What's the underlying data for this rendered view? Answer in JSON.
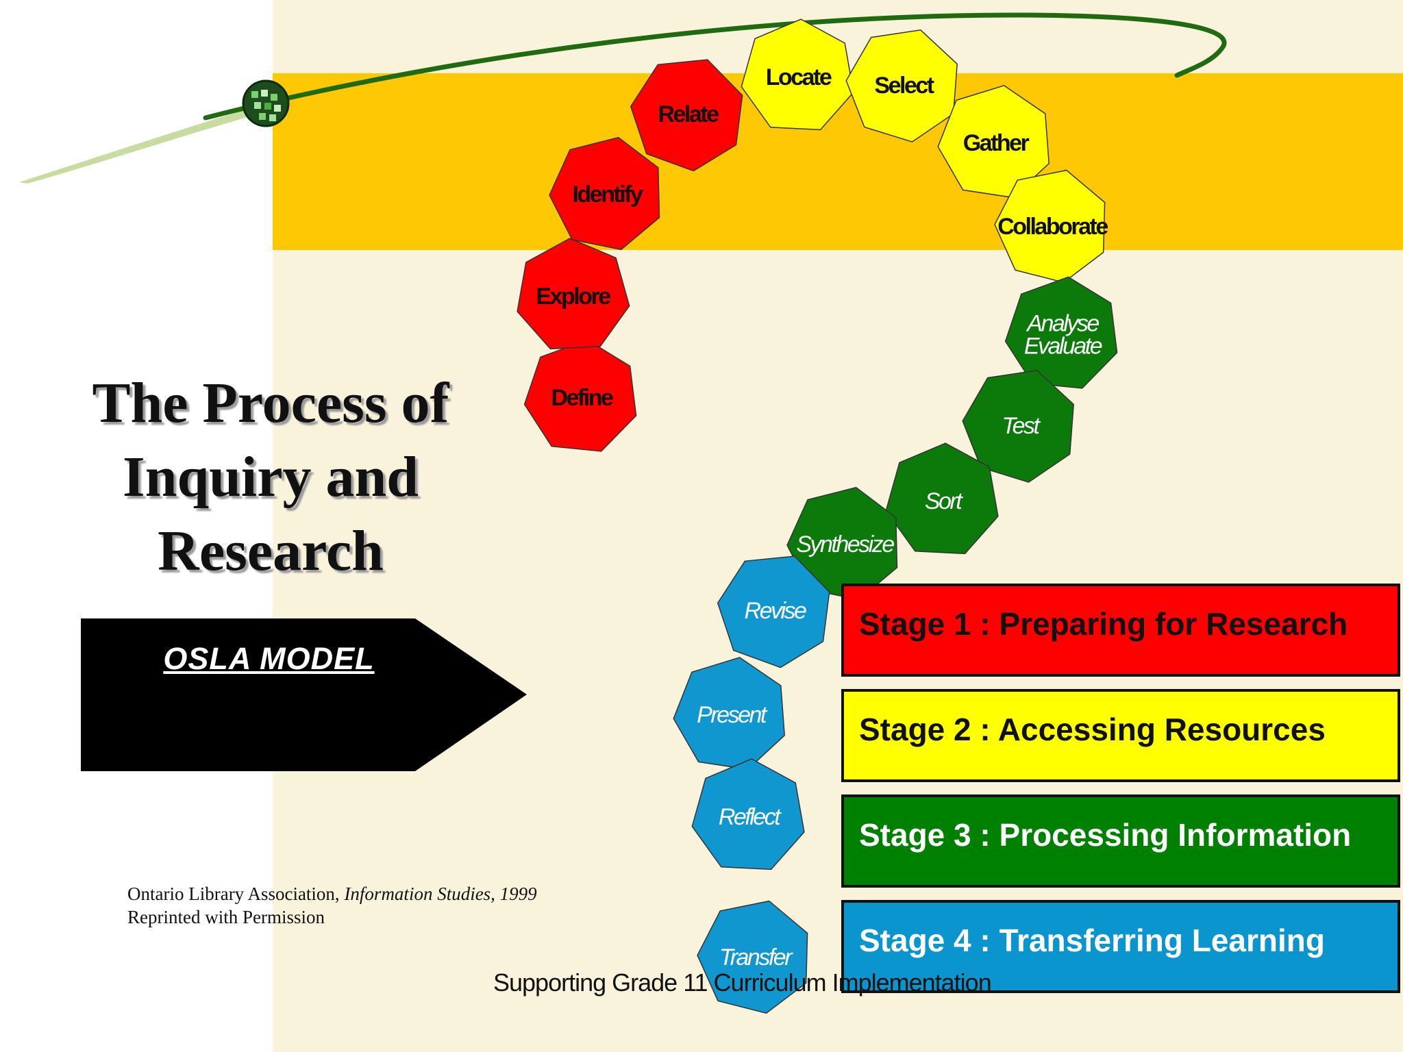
{
  "title_lines": [
    "The Process of",
    "Inquiry and",
    "Research"
  ],
  "osla_label": "OSLA  MODEL",
  "stages": [
    {
      "label": "Stage 1 : Preparing for Research",
      "color": "#ff0000"
    },
    {
      "label": "Stage 2 : Accessing Resources",
      "color": "#ffff00"
    },
    {
      "label": "Stage 3 : Processing Information",
      "color": "#008000"
    },
    {
      "label": "Stage 4 : Transferring Learning",
      "color": "#0a95cf"
    }
  ],
  "steps": [
    {
      "lines": [
        "Define"
      ],
      "stage": 1
    },
    {
      "lines": [
        "Explore"
      ],
      "stage": 1
    },
    {
      "lines": [
        "Identify"
      ],
      "stage": 1
    },
    {
      "lines": [
        "Relate"
      ],
      "stage": 1
    },
    {
      "lines": [
        "Locate"
      ],
      "stage": 2
    },
    {
      "lines": [
        "Select"
      ],
      "stage": 2
    },
    {
      "lines": [
        "Gather"
      ],
      "stage": 2
    },
    {
      "lines": [
        "Collaborate"
      ],
      "stage": 2
    },
    {
      "lines": [
        "Analyse",
        "Evaluate"
      ],
      "stage": 3
    },
    {
      "lines": [
        "Test"
      ],
      "stage": 3
    },
    {
      "lines": [
        "Sort"
      ],
      "stage": 3
    },
    {
      "lines": [
        "Synthesize"
      ],
      "stage": 3
    },
    {
      "lines": [
        "Revise"
      ],
      "stage": 4
    },
    {
      "lines": [
        "Present"
      ],
      "stage": 4
    },
    {
      "lines": [
        "Reflect"
      ],
      "stage": 4
    },
    {
      "lines": [
        "Transfer"
      ],
      "stage": 4
    }
  ],
  "credit": {
    "line1_text": "Ontario Library Association, ",
    "line1_italic": "Information Studies, 1999",
    "line2": "Reprinted with Permission"
  },
  "footer_text": "Supporting Grade 11 Curriculum Implementation"
}
